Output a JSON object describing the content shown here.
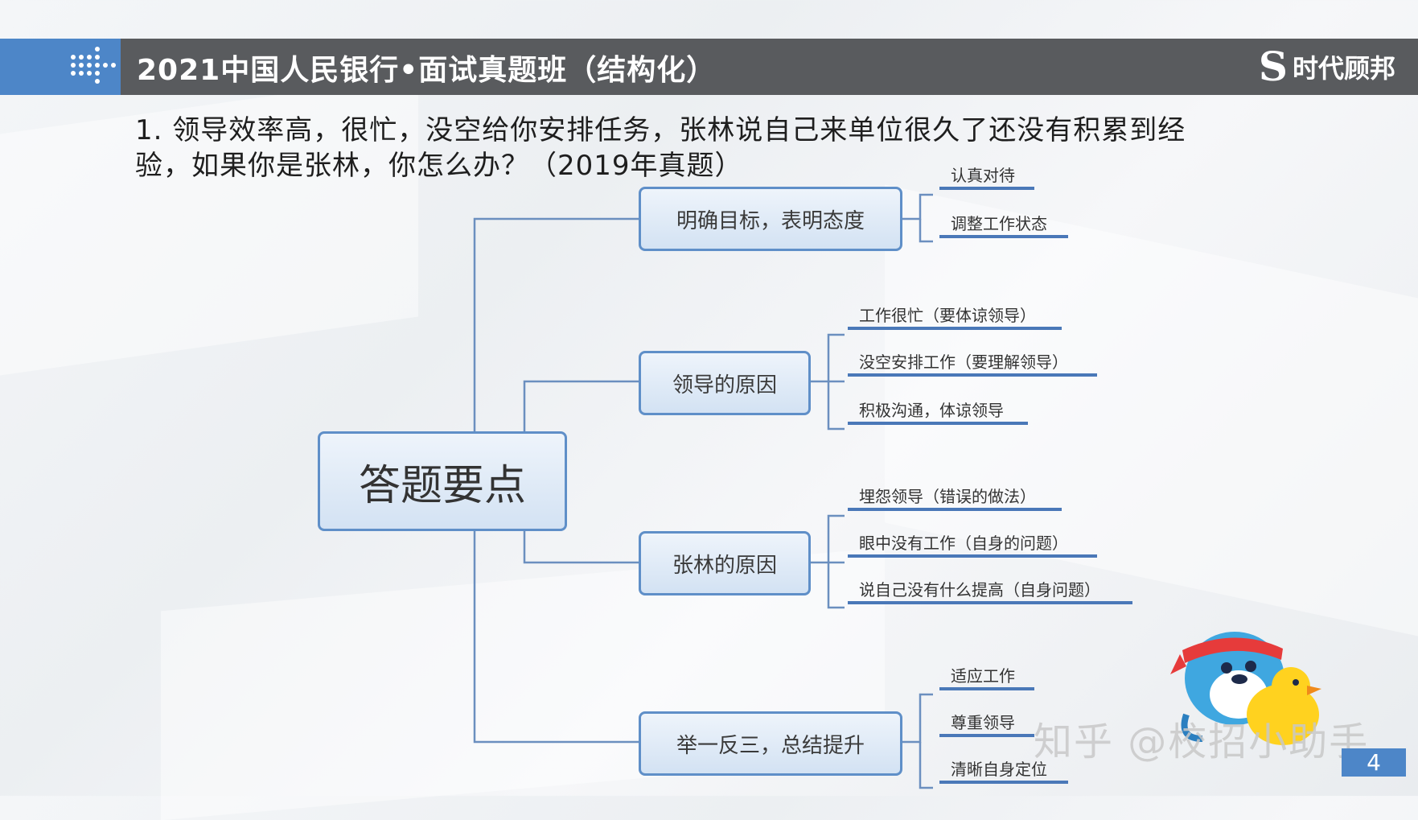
{
  "header": {
    "title": "2021中国人民银行•面试真题班（结构化）",
    "brand_mark": "S",
    "brand_text": "时代顾邦"
  },
  "question": {
    "line1": "1. 领导效率高，很忙，没空给你安排任务，张林说自己来单位很久了还没有积累到经",
    "line2": "验，如果你是张林，你怎么办？（2019年真题）"
  },
  "mindmap": {
    "root": "答题要点",
    "branches": [
      {
        "label": "明确目标，表明态度",
        "leaves": [
          "认真对待",
          "调整工作状态"
        ]
      },
      {
        "label": "领导的原因",
        "leaves": [
          "工作很忙（要体谅领导）",
          "没空安排工作（要理解领导）",
          "积极沟通，体谅领导"
        ]
      },
      {
        "label": "张林的原因",
        "leaves": [
          "埋怨领导（错误的做法）",
          "眼中没有工作（自身的问题）",
          "说自己没有什么提高（自身问题）"
        ]
      },
      {
        "label": "举一反三，总结提升",
        "leaves": [
          "适应工作",
          "尊重领导",
          "清晰自身定位"
        ]
      }
    ]
  },
  "watermark": "知乎 @校招小助手",
  "page_number": "4",
  "colors": {
    "accent_blue": "#4d86c8",
    "header_gray": "#595b5e",
    "node_border": "#5f8fc8",
    "connector": "#6b8fbf"
  }
}
